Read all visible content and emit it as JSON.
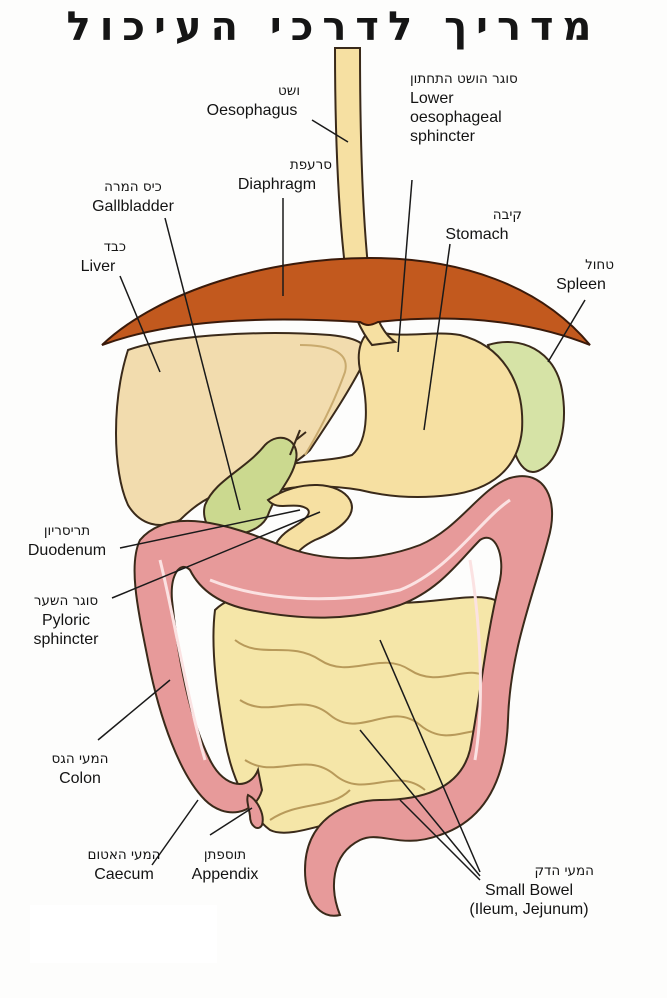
{
  "title": "מדריך לדרכי העיכול",
  "labels": {
    "oesophagus": {
      "he": "ושט",
      "en": "Oesophagus"
    },
    "lower_sphincter": {
      "he": "סוגר הושט התחתון",
      "en": [
        "Lower",
        "oesophageal",
        "sphincter"
      ]
    },
    "gallbladder": {
      "he": "כיס המרה",
      "en": "Gallbladder"
    },
    "diaphragm": {
      "he": "סרעפת",
      "en": "Diaphragm"
    },
    "stomach": {
      "he": "קיבה",
      "en": "Stomach"
    },
    "liver": {
      "he": "כבד",
      "en": "Liver"
    },
    "spleen": {
      "he": "טחול",
      "en": "Spleen"
    },
    "duodenum": {
      "he": "תריסריון",
      "en": "Duodenum"
    },
    "pyloric": {
      "he": "סוגר השער",
      "en": [
        "Pyloric",
        "sphincter"
      ]
    },
    "colon": {
      "he": "המעי הגס",
      "en": "Colon"
    },
    "caecum": {
      "he": "המעי האטום",
      "en": "Caecum"
    },
    "appendix": {
      "he": "תוספתן",
      "en": "Appendix"
    },
    "small_bowel": {
      "he": "המעי הדק",
      "en": [
        "Small Bowel",
        "(Ileum, Jejunum)"
      ]
    }
  },
  "colors": {
    "diaphragm": "#c2591e",
    "liver": "#f2dcae",
    "stomach": "#f6e0a2",
    "spleen": "#d6e3a6",
    "colon": "#e79a9a",
    "small_bowel": "#f5e6a8",
    "gallbladder": "#cbd98f",
    "outline": "#3a2a1a"
  }
}
